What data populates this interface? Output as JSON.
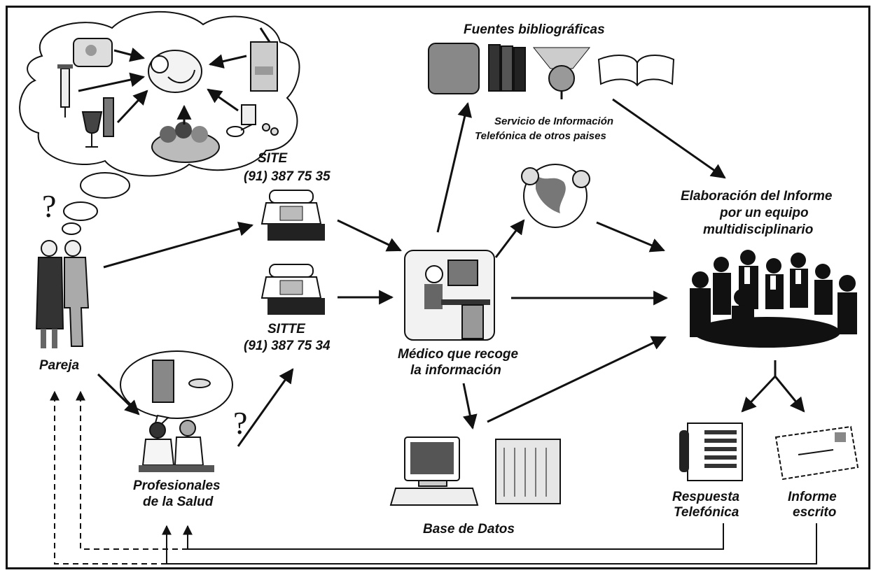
{
  "nodes": {
    "fuentes": "Fuentes bibliográficas",
    "servicio_line1": "Servicio de Información",
    "servicio_line2": "Telefónica de otros paises",
    "elaboracion_line1": "Elaboración del Informe",
    "elaboracion_line2": "por un equipo",
    "elaboracion_line3": "multidisciplinario",
    "site_name": "SITE",
    "site_phone": "(91) 387 75 35",
    "sitte_name": "SITTE",
    "sitte_phone": "(91) 387 75 34",
    "medico_line1": "Médico que recoge",
    "medico_line2": "la información",
    "pareja": "Pareja",
    "profesionales_line1": "Profesionales",
    "profesionales_line2": "de la Salud",
    "base_datos": "Base de Datos",
    "respuesta_line1": "Respuesta",
    "respuesta_line2": "Telefónica",
    "informe_line1": "Informe",
    "informe_line2": "escrito",
    "question_mark": "?"
  }
}
